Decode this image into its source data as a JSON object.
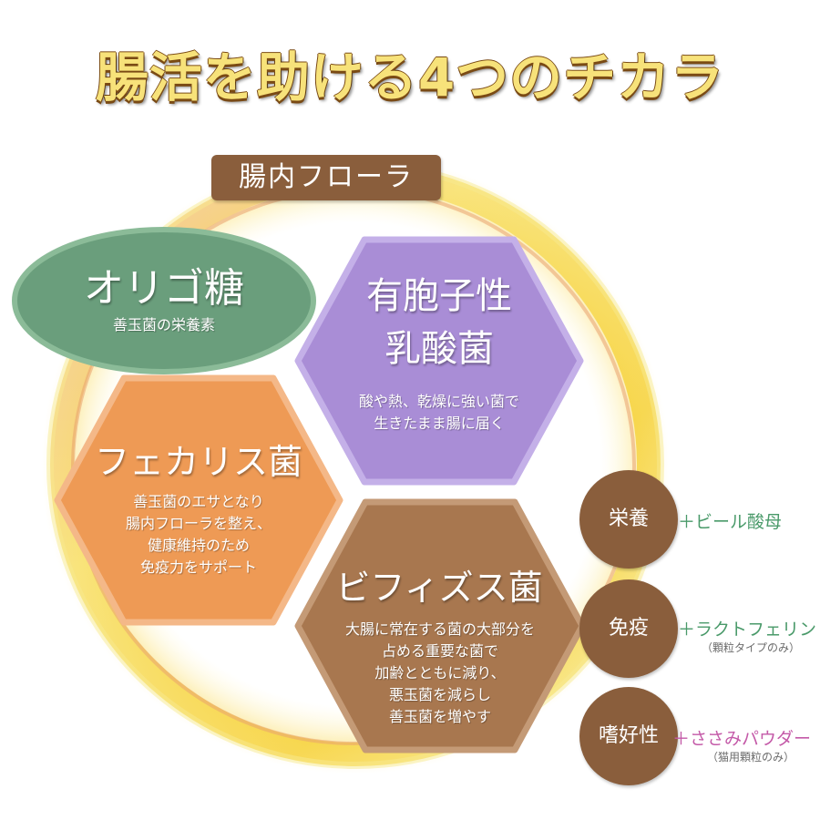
{
  "title": "腸活を助ける4つのチカラ",
  "flora_label": "腸内フローラ",
  "oligo": {
    "name": "オリゴ糖",
    "desc": "善玉菌の栄養素"
  },
  "spore": {
    "name_line1": "有胞子性",
    "name_line2": "乳酸菌",
    "desc_line1": "酸や熱、乾燥に強い菌で",
    "desc_line2": "生きたまま腸に届く"
  },
  "faecalis": {
    "name": "フェカリス菌",
    "desc_lines": [
      "善玉菌のエサとなり",
      "腸内フローラを整え、",
      "健康維持のため",
      "免疫力をサポート"
    ]
  },
  "bifidus": {
    "name": "ビフィズス菌",
    "desc_lines": [
      "大腸に常在する菌の大部分を",
      "占める重要な菌で",
      "加齢とともに減り、",
      "悪玉菌を減らし",
      "善玉菌を増やす"
    ]
  },
  "benefits": [
    {
      "label": "栄養",
      "extra": "＋ビール酸母",
      "note": "",
      "color": "#4a9a6a"
    },
    {
      "label": "免疫",
      "extra": "＋ラクトフェリン",
      "note": "（顆粒タイプのみ）",
      "color": "#4a9a6a"
    },
    {
      "label": "嗜好性",
      "extra": "＋ささみパウダー",
      "note": "（猫用顆粒のみ）",
      "color": "#c45aa8"
    }
  ],
  "colors": {
    "brown": "#8a5e3c",
    "green": "#6a9e7c",
    "purple": "#a98dd6",
    "orange": "#ee9a55",
    "ring": "#f5c842"
  }
}
